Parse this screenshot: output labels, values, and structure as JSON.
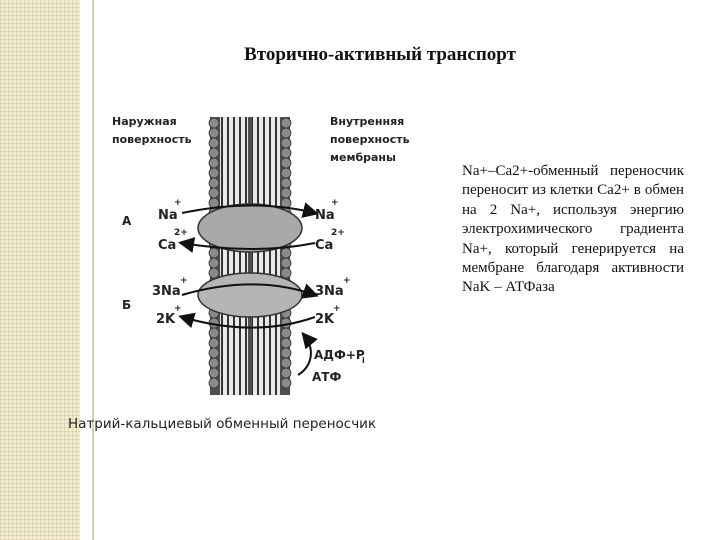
{
  "slide": {
    "title": "Вторично-активный транспорт",
    "description": "Na+–Ca2+-обменный переносчик переносит из клетки Ca2+ в обмен на 2 Na+, используя энергию электрохимического градиента Na+, который генерируется на мембране благодаря активности NaK – АТФаза",
    "caption": "Натрий-кальциевый обменный переносчик"
  },
  "figure": {
    "outer_label_line1": "Наружная",
    "outer_label_line2": "поверхность",
    "inner_label_line1": "Внутренняя",
    "inner_label_line2": "поверхность",
    "inner_label_line3": "мембраны",
    "row_a": "А",
    "row_b": "Б",
    "left_na": "Na",
    "left_ca": "Ca",
    "right_na": "Na",
    "right_ca": "Ca",
    "left_3na": "3Na",
    "left_2k": "2K",
    "right_3na": "3Na",
    "right_2k": "2K",
    "adp": "АДФ+P",
    "adp_sub": "i",
    "atp": "АТФ",
    "plus": "+",
    "two_plus": "2+"
  },
  "colors": {
    "membrane_dark": "#555555",
    "head_gray": "#8a8a8a",
    "transporter": "#a8a8a8",
    "strip": "#f2ecd2"
  }
}
